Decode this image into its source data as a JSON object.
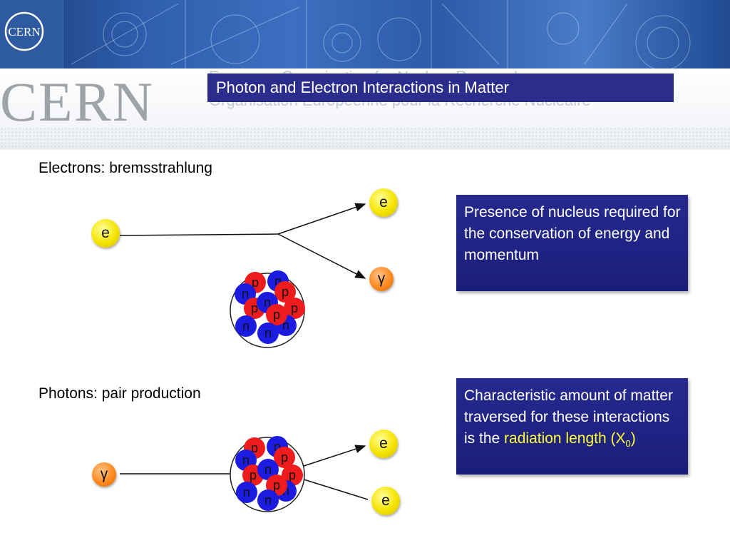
{
  "header": {
    "logo_small": "CERN",
    "logo_large": "CERN",
    "org_line_en": "European Organization for Nuclear Research",
    "org_line_fr": "Organisation Européenne pour la Recherche Nucléaire",
    "title": "Photon and Electron Interactions in Matter"
  },
  "sections": {
    "brems_label": "Electrons: bremsstrahlung",
    "pair_label": "Photons: pair production"
  },
  "brems": {
    "incoming": "e",
    "out_electron": "e",
    "out_photon": "γ"
  },
  "pair": {
    "incoming": "γ",
    "out_top": "e",
    "out_bottom": "e"
  },
  "nucleus": {
    "proton_label": "p",
    "neutron_label": "n",
    "proton_color": "#ee1c1c",
    "neutron_color": "#1c1ce0"
  },
  "boxes": {
    "box1": "Presence of nucleus required for the conservation of energy and momentum",
    "box2_text": "Characteristic amount of matter traversed for these interactions is the",
    "box2_highlight": "radiation length (X",
    "box2_sub": "0",
    "box2_close": ")"
  },
  "colors": {
    "title_bar": "#2b2d8c",
    "box_bg": "#1f228a",
    "highlight": "#ffff33",
    "electron_bubble": "#f5e400",
    "photon_bubble": "#ff8a20"
  }
}
